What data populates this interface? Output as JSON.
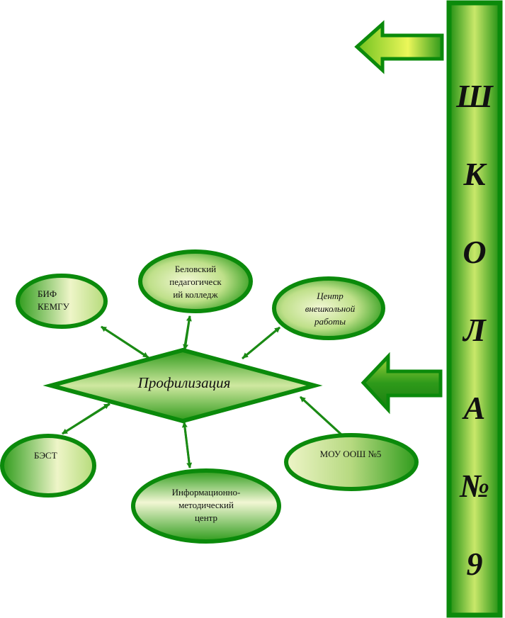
{
  "colors": {
    "dark_green": "#0b8a0b",
    "mid_green": "#3fae22",
    "light_green": "#e6f2b6",
    "pale_green": "#f2f7d4"
  },
  "hub": {
    "label": "Профилизация"
  },
  "nodes": {
    "bif": {
      "label": "БИФ\nКЕМГУ"
    },
    "college": {
      "label": "Беловский\nпедагогическ\nий колледж"
    },
    "center": {
      "label": "Центр\nвнешкольной\nработы"
    },
    "best": {
      "label": "БЭСТ"
    },
    "imc": {
      "label": "Информационно-\nметодический\nцентр"
    },
    "moo": {
      "label": "МОУ ООШ №5"
    }
  },
  "school_bar": {
    "letters": [
      "Ш",
      "К",
      "О",
      "Л",
      "А",
      "№",
      "9"
    ]
  }
}
